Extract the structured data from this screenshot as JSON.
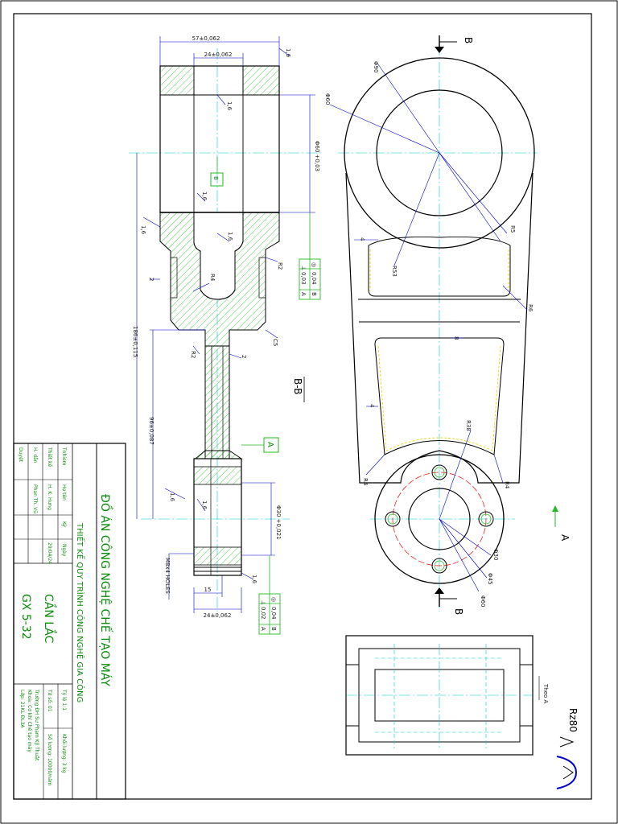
{
  "drawing": {
    "section_label": "B-B",
    "view_label": "Theo A",
    "cut_marker": "B",
    "view_marker": "A",
    "datum_A": "A",
    "datum_B": "B",
    "roughness_main": "Rz80",
    "dims_section": {
      "top_width": "57±0,062",
      "inner_width": "24±0,062",
      "bottom_width": "24±0,062",
      "bore_big": "Φ60 +0,03",
      "bore_small": "Φ30 +0,021",
      "length_total": "186±0,115",
      "length_mid": "96±0,087",
      "slot": "15",
      "holes": "M8x4 HOLES",
      "r4": "R4",
      "r2a": "R2",
      "r2b": "R2",
      "c5": "C5",
      "two_a": "2",
      "two_b": "2",
      "rough": "1,6"
    },
    "dims_plan": {
      "d90": "Φ90",
      "d60": "Φ60",
      "d60b": "Φ60",
      "d45": "Φ45",
      "d30": "Φ30",
      "r5": "R5",
      "r53": "R53",
      "r6": "R6",
      "r38": "R38",
      "r4a": "R4",
      "r4b": "R4",
      "eight": "8",
      "four": "4"
    },
    "tolerance_1": {
      "symbol": "⊥",
      "value": "0,03",
      "datum": "A",
      "sym2": "◎",
      "value2": "0,04",
      "datum2": "B"
    },
    "tolerance_2": {
      "symbol": "⊥",
      "value": "0,02",
      "datum": "A",
      "sym2": "◎",
      "value2": "0,04",
      "datum2": "B"
    }
  },
  "title_block": {
    "school_title": "ĐỒ ÁN CÔNG NGHỆ CHẾ TẠO MÁY",
    "subtitle": "THIẾT KẾ QUY TRÌNH CÔNG NGHỆ GIA CÔNG",
    "part_name": "CẦN LẮC",
    "part_code": "GX 5-32",
    "head_role": "Tnhiem",
    "head_name": "Họ tên",
    "head_sign": "Ký",
    "head_date": "Ngày",
    "role_design": "Thiết kế",
    "name_design": "H. K. Hưng",
    "date_design": "29/04/24",
    "role_guide": "H. dẫn",
    "name_guide": "Phan Th. Vũ",
    "role_approve": "Duyệt",
    "scale": "Tỷ lệ 1:1",
    "sheet_no": "Tờ số: 01",
    "mass": "Khối lượng: 3 kg",
    "quantity": "Số lượng: 10000/năm",
    "school": "Trường ĐH Sư Phạm Kỹ Thuật",
    "faculty": "Khoa: Cơ khí Chế tạo máy",
    "class": "Lớp: 21KL ĐL3A"
  }
}
